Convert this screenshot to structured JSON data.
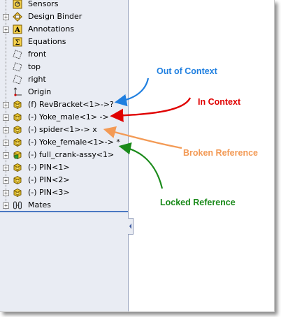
{
  "tree": {
    "items": [
      {
        "label": "Sensors",
        "icon": "sensor-icon",
        "expander": false
      },
      {
        "label": "Design Binder",
        "icon": "design-binder-icon",
        "expander": true
      },
      {
        "label": "Annotations",
        "icon": "annotations-icon",
        "expander": true
      },
      {
        "label": "Equations",
        "icon": "equations-icon",
        "expander": false
      },
      {
        "label": "front",
        "icon": "plane-icon",
        "expander": false
      },
      {
        "label": "top",
        "icon": "plane-icon",
        "expander": false
      },
      {
        "label": "right",
        "icon": "plane-icon",
        "expander": false
      },
      {
        "label": "Origin",
        "icon": "origin-icon",
        "expander": false
      },
      {
        "label": "(f) RevBracket<1>->?",
        "icon": "part-icon",
        "expander": true
      },
      {
        "label": "(-) Yoke_male<1> ->",
        "icon": "part-icon",
        "expander": true
      },
      {
        "label": "(-) spider<1>-> x",
        "icon": "part-icon",
        "expander": true
      },
      {
        "label": "(-) Yoke_female<1>-> *",
        "icon": "part-icon",
        "expander": true
      },
      {
        "label": "(-) full_crank-assy<1>",
        "icon": "subassembly-icon",
        "expander": true
      },
      {
        "label": "(-) PIN<1>",
        "icon": "part-icon",
        "expander": true
      },
      {
        "label": "(-) PIN<2>",
        "icon": "part-icon",
        "expander": true
      },
      {
        "label": "(-) PIN<3>",
        "icon": "part-icon",
        "expander": true
      },
      {
        "label": "Mates",
        "icon": "mates-icon",
        "expander": true
      }
    ]
  },
  "callouts": {
    "out_of_context": {
      "text": "Out of Context",
      "color": "#1f7fe0"
    },
    "in_context": {
      "text": "In Context",
      "color": "#e00000"
    },
    "broken_reference": {
      "text": "Broken Reference",
      "color": "#f39a55"
    },
    "locked_reference": {
      "text": "Locked Reference",
      "color": "#1a8a1a"
    }
  }
}
